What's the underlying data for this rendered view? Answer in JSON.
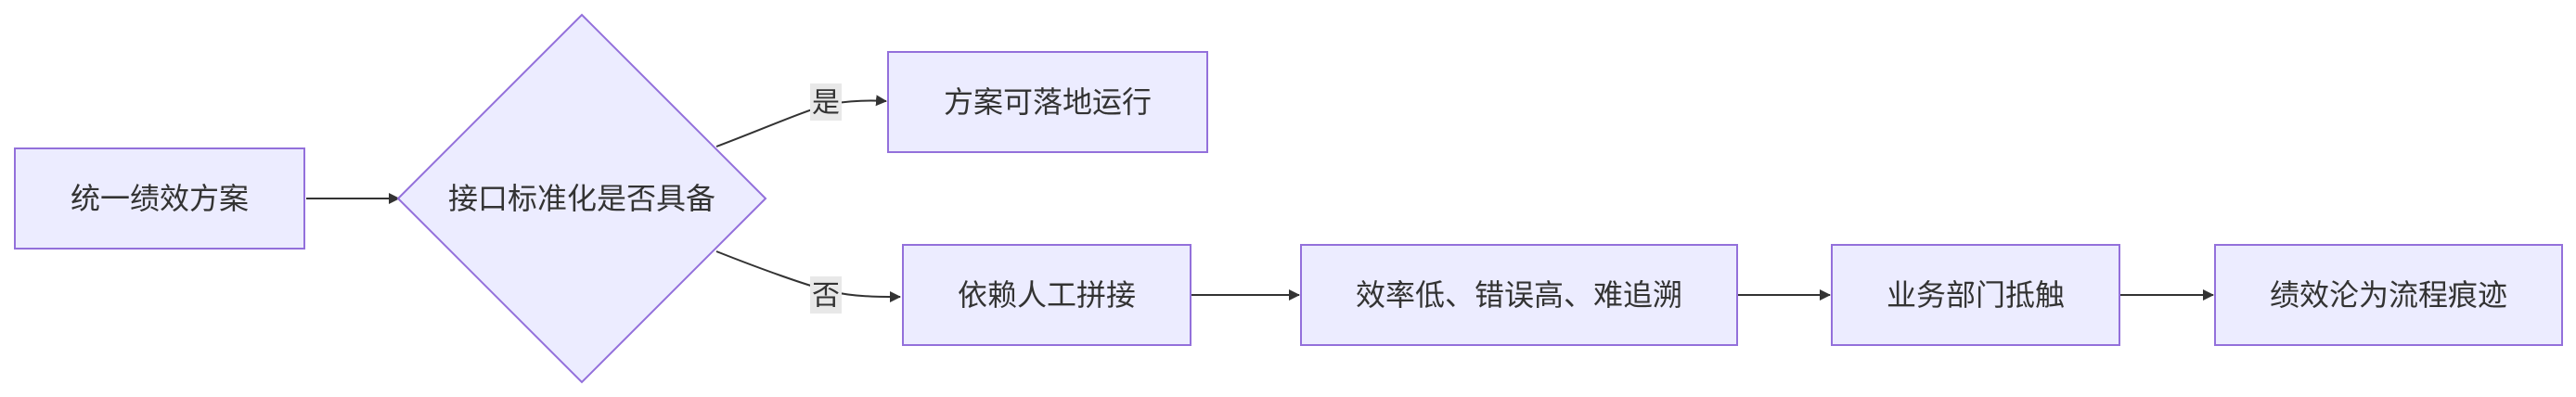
{
  "nodes": {
    "unified_plan": "统一绩效方案",
    "interface_check": "接口标准化是否具备",
    "plan_feasible": "方案可落地运行",
    "manual_stitching": "依赖人工拼接",
    "low_efficiency": "效率低、错误高、难追溯",
    "business_resist": "业务部门抵触",
    "becomes_formality": "绩效沦为流程痕迹"
  },
  "edges": {
    "yes_label": "是",
    "no_label": "否"
  },
  "colors": {
    "node_fill": "#ECECFF",
    "node_stroke": "#9370DB",
    "line": "#333333",
    "label_background": "#e8e8e8"
  }
}
